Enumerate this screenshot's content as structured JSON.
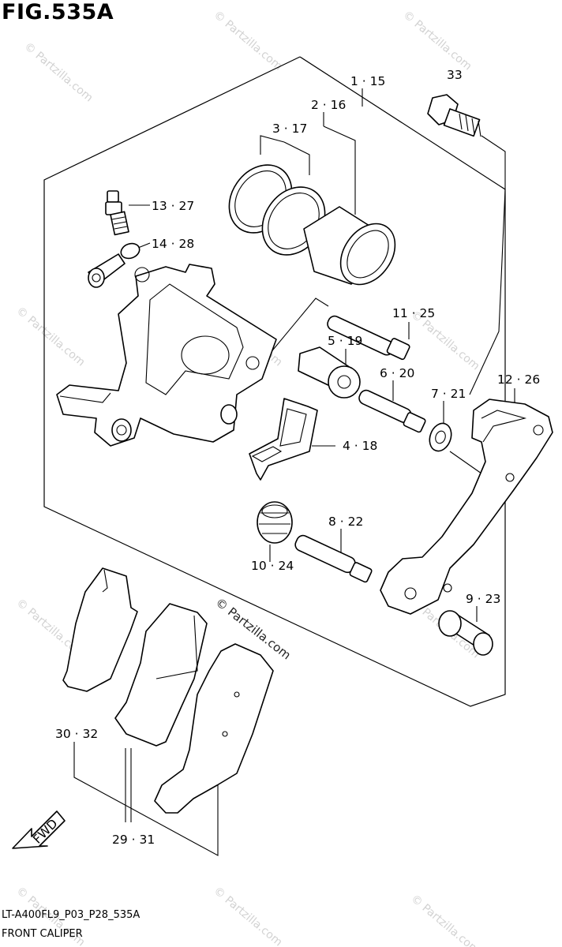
{
  "figure": {
    "title": "FIG.535A",
    "model_code": "LT-A400FL9_P03_P28_535A",
    "caption": "FRONT CALIPER"
  },
  "watermark": "© Partzilla.com",
  "direction_arrow": "FWD",
  "callouts": [
    {
      "id": "c1",
      "text": "1 · 15"
    },
    {
      "id": "c2",
      "text": "2 · 16"
    },
    {
      "id": "c3",
      "text": "3 · 17"
    },
    {
      "id": "c4",
      "text": "4 · 18"
    },
    {
      "id": "c5",
      "text": "5 · 19"
    },
    {
      "id": "c6",
      "text": "6 · 20"
    },
    {
      "id": "c7",
      "text": "7 · 21"
    },
    {
      "id": "c8",
      "text": "8 · 22"
    },
    {
      "id": "c9",
      "text": "9 · 23"
    },
    {
      "id": "c10",
      "text": "10 · 24"
    },
    {
      "id": "c11",
      "text": "11 · 25"
    },
    {
      "id": "c12",
      "text": "12 · 26"
    },
    {
      "id": "c13",
      "text": "13 · 27"
    },
    {
      "id": "c14",
      "text": "14 · 28"
    },
    {
      "id": "c29",
      "text": "29 · 31"
    },
    {
      "id": "c30",
      "text": "30 · 32"
    },
    {
      "id": "c33",
      "text": "33"
    }
  ]
}
